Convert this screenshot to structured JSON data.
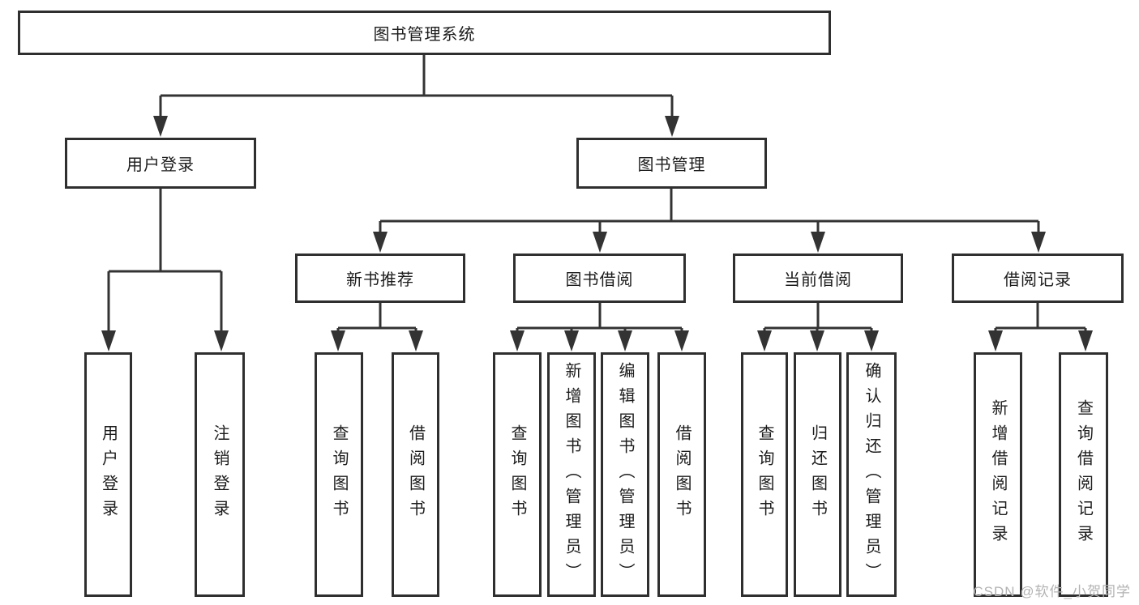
{
  "colors": {
    "line": "#333333",
    "box_border": "#2f2f2f",
    "text": "#1c1c1c",
    "watermark": "#b3b3b3",
    "background": "#ffffff"
  },
  "watermark": "CSDN @软件_小贺同学",
  "tree": {
    "root": "图书管理系统",
    "branches": [
      {
        "label": "用户登录",
        "leaves": [
          "用户登录",
          "注销登录"
        ]
      },
      {
        "label": "图书管理",
        "children": [
          {
            "label": "新书推荐",
            "leaves": [
              "查询图书",
              "借阅图书"
            ]
          },
          {
            "label": "图书借阅",
            "leaves": [
              "查询图书",
              "新增图书（管理员）",
              "编辑图书（管理员）",
              "借阅图书"
            ]
          },
          {
            "label": "当前借阅",
            "leaves": [
              "查询图书",
              "归还图书",
              "确认归还（管理员）"
            ]
          },
          {
            "label": "借阅记录",
            "leaves": [
              "新增借阅记录",
              "查询借阅记录"
            ]
          }
        ]
      }
    ]
  }
}
